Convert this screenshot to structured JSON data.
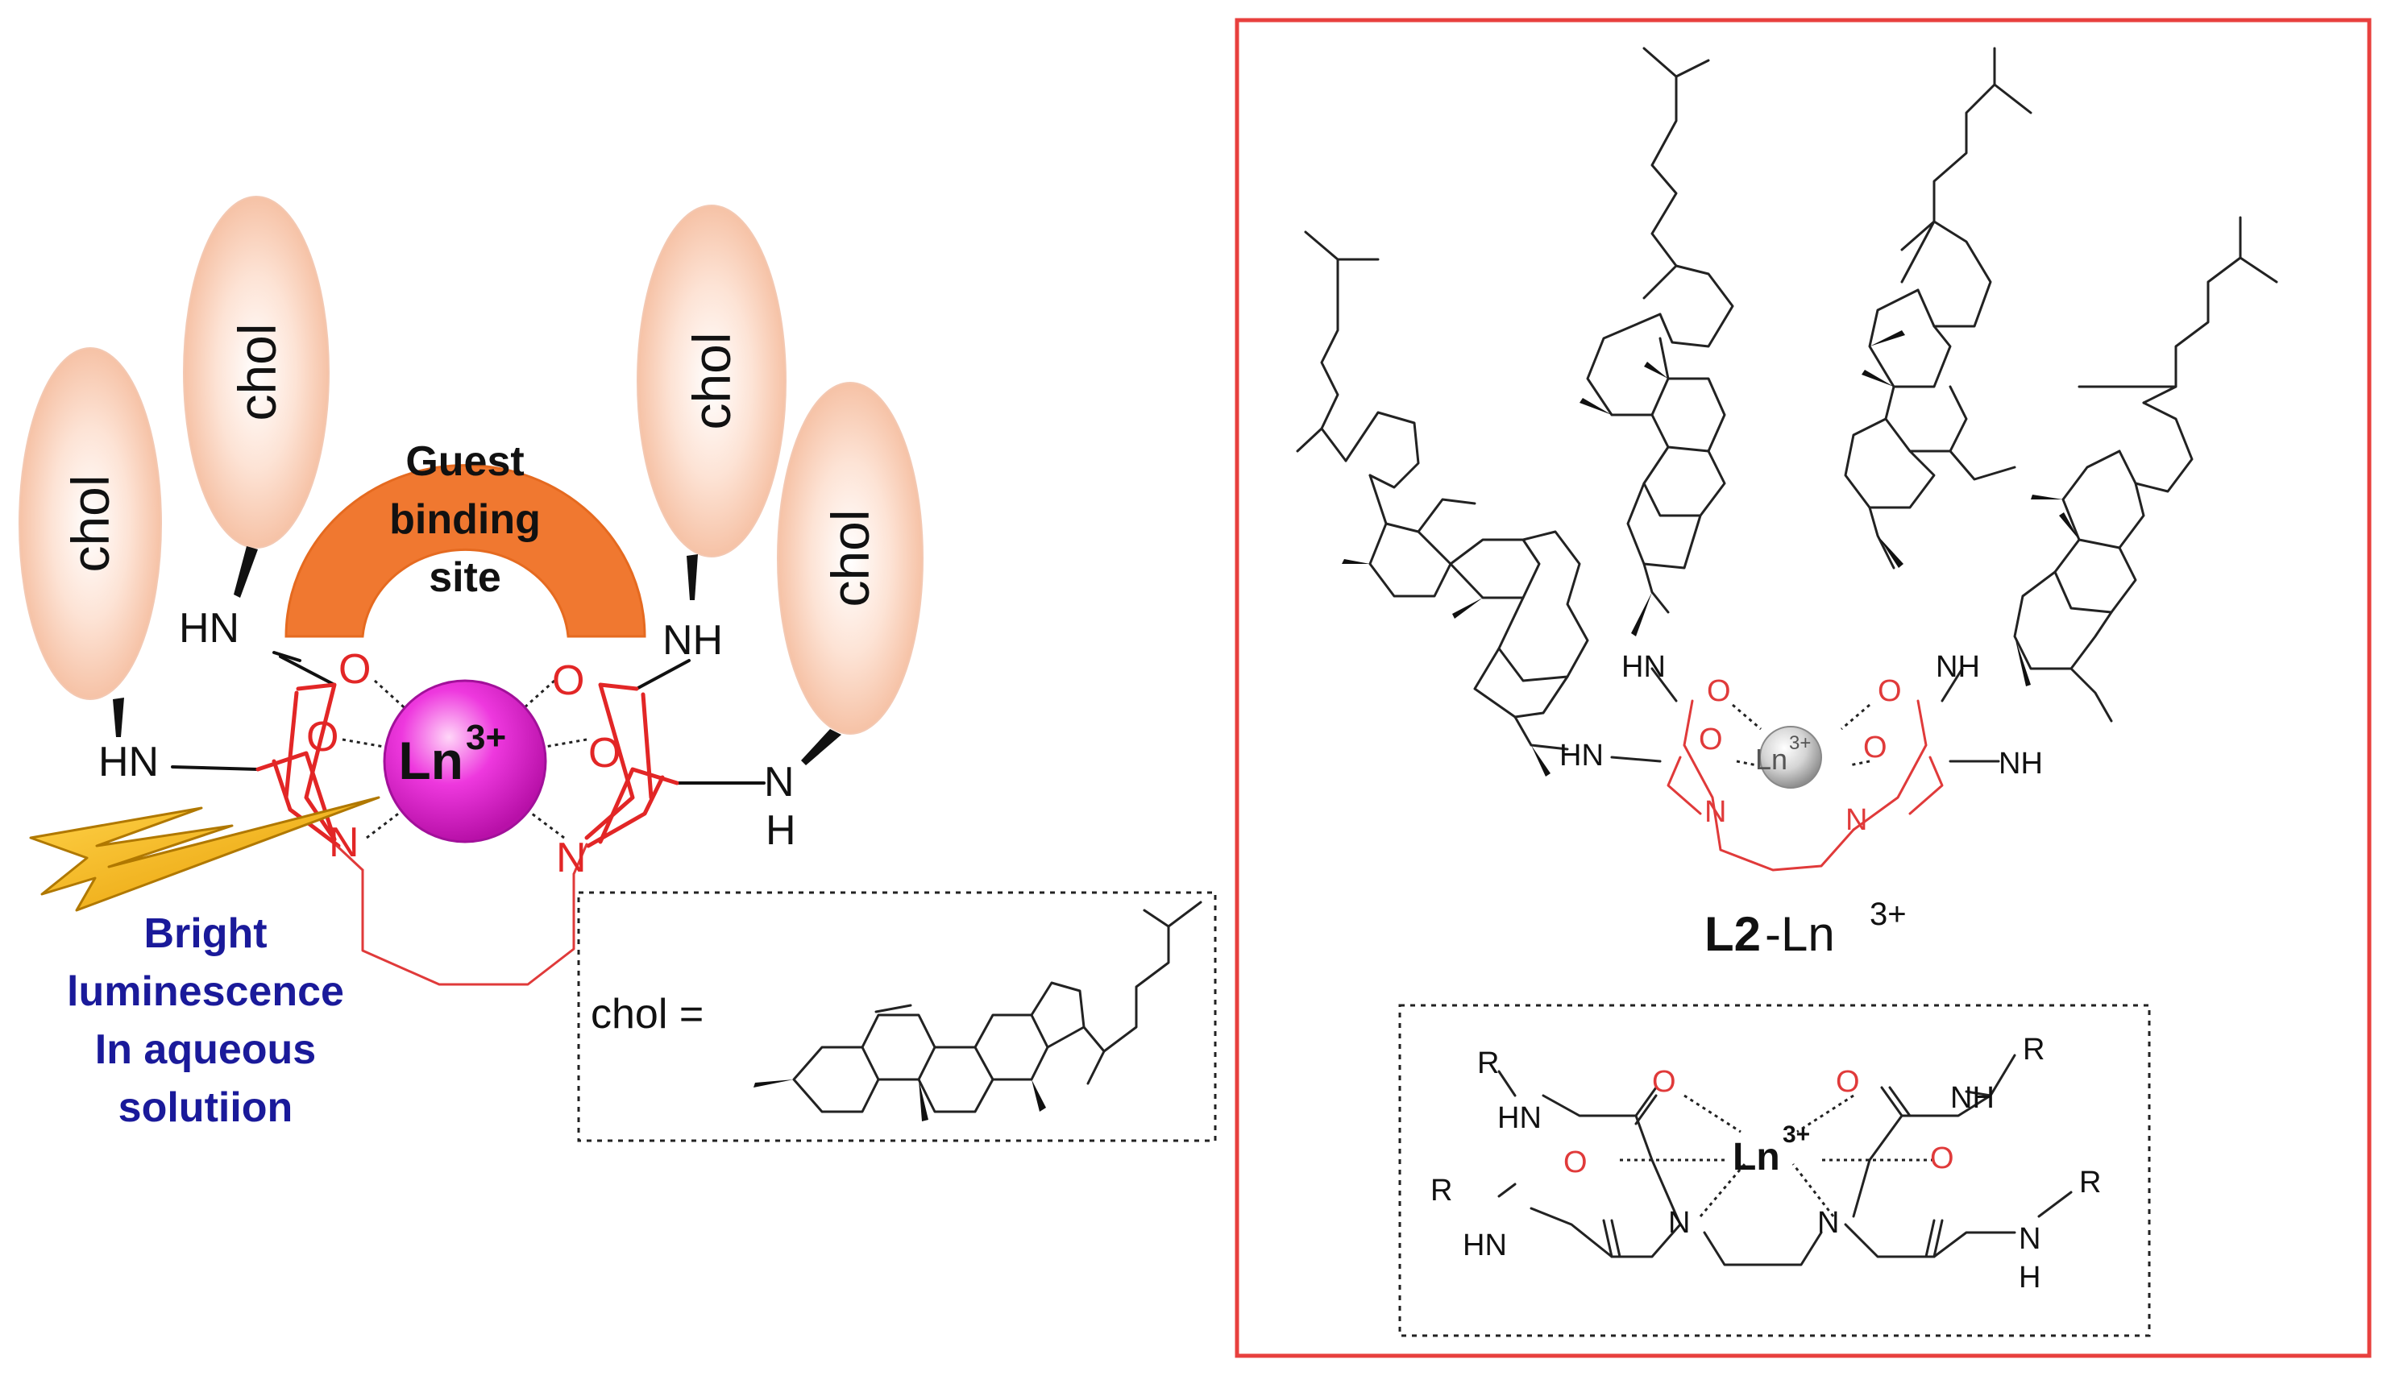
{
  "left_panel": {
    "chol_labels": [
      "chol",
      "chol",
      "chol",
      "chol"
    ],
    "guest_site": [
      "Guest",
      "binding",
      "site"
    ],
    "metal_label": "Ln",
    "metal_charge": "3+",
    "luminescence": [
      "Bright",
      "luminescence",
      "In aqueous",
      "solutiion"
    ],
    "amide_labels": [
      "HN",
      "HN",
      "NH",
      "N",
      "H"
    ],
    "oxygen": "O",
    "nitrogen": "N",
    "chol_definition": "chol ="
  },
  "right_panel": {
    "metal_label": "Ln",
    "metal_charge": "3+",
    "compound_bold": "L2",
    "compound_rest": "-Ln",
    "compound_charge": "3+",
    "amide_labels": [
      "HN",
      "NH",
      "HN",
      "NH"
    ],
    "generic": {
      "r": "R",
      "hn": "HN",
      "nh": "NH",
      "n": "N",
      "h": "H",
      "o": "O",
      "metal": "Ln",
      "charge": "3+"
    }
  },
  "colors": {
    "panel_border": "#e8403e",
    "chol_fill": "#fbd8c6",
    "guest_site": "#f07830",
    "metal_sphere": "#e020d0",
    "bolt": "#f4b400",
    "ligand_red": "#e22626",
    "luminescence_text": "#1a1a9a"
  }
}
